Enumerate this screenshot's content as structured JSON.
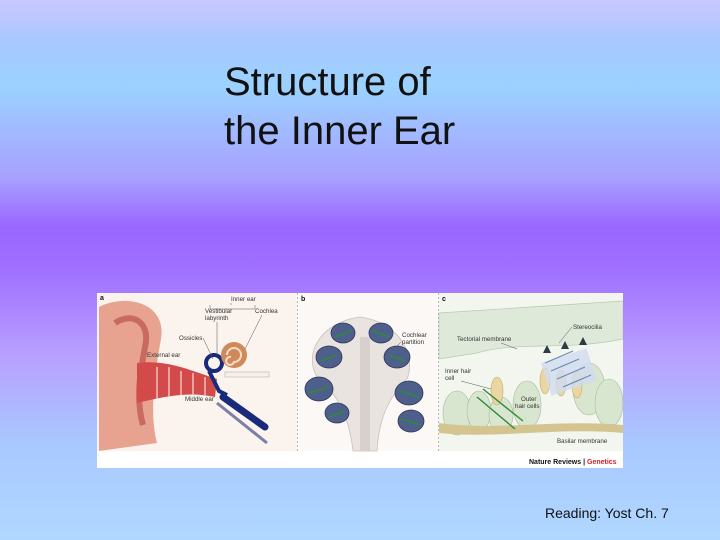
{
  "slide": {
    "title_line1": "Structure of",
    "title_line2": "the Inner Ear",
    "reading": "Reading: Yost Ch. 7"
  },
  "figure": {
    "panel_a": {
      "letter": "a",
      "labels": {
        "inner_ear": "Inner ear",
        "vestibular_1": "Vestibular",
        "vestibular_2": "labyrinth",
        "cochlea": "Cochlea",
        "ossicles": "Ossicles",
        "external_ear": "External ear",
        "middle_ear": "Middle ear"
      }
    },
    "panel_b": {
      "letter": "b",
      "labels": {
        "cochlear_1": "Cochlear",
        "cochlear_2": "partition"
      }
    },
    "panel_c": {
      "letter": "c",
      "labels": {
        "stereocilia": "Stereocilia",
        "tectorial": "Tectorial membrane",
        "inner_hair_1": "Inner hair",
        "inner_hair_2": "cell",
        "outer_hair_1": "Outer",
        "outer_hair_2": "hair cells",
        "basilar": "Basilar membrane"
      }
    },
    "credit_journal": "Nature Reviews",
    "credit_sep": " | ",
    "credit_section": "Genetics",
    "colors": {
      "skin": "#e8a290",
      "cochlea": "#d08a5a",
      "canal": "#1a2a7a",
      "credit_accent": "#d2202a"
    }
  }
}
